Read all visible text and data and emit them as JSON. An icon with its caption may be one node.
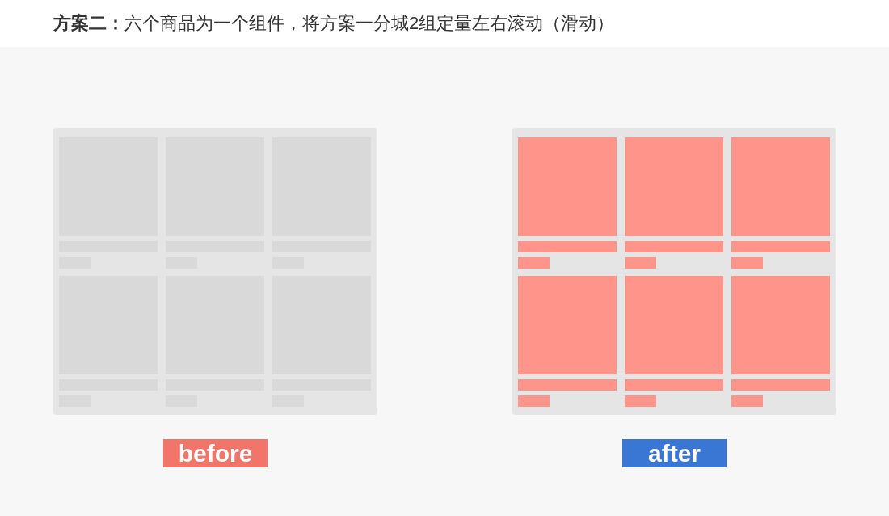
{
  "diagram": {
    "title": "**方案二：**六个商品为一个组件，将方案一分城2组定量左右滚动（滑动）",
    "nodes": [
      {
        "text": [
          "before"
        ]
      },
      {
        "text": [
          "after"
        ]
      }
    ]
  }
}
